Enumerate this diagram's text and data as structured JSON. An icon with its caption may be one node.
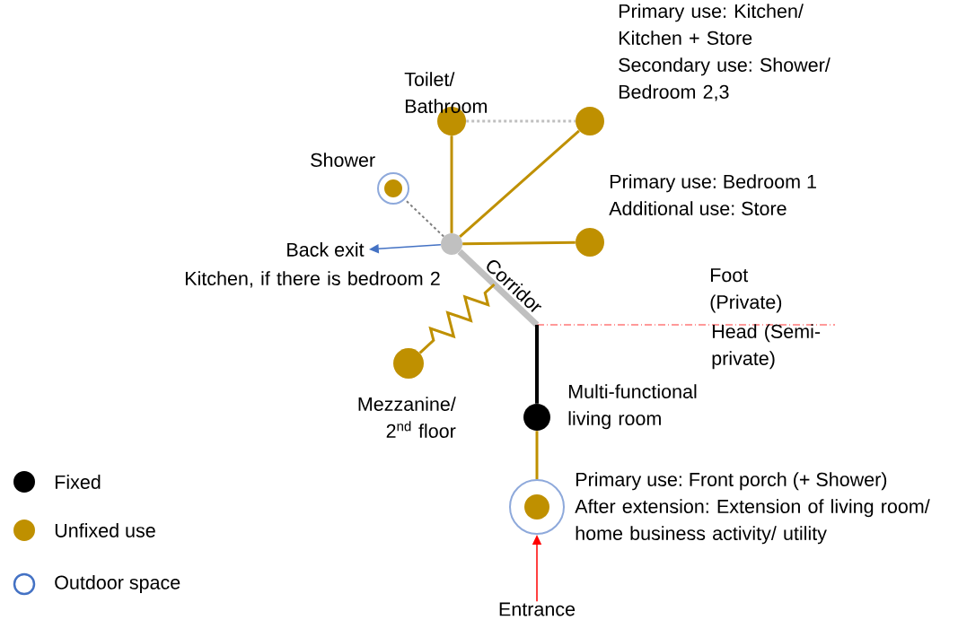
{
  "diagram": {
    "nodes": [
      {
        "text": [],
        "shape": "circle"
      },
      {
        "text": [],
        "shape": "circle",
        "beside": [
          "Toilet/ Bathroom"
        ]
      },
      {
        "text": [],
        "shape": "circle",
        "beside": [
          "Primary use: Kitchen/ Kitchen + Store",
          "Secondary use: Shower/ Bedroom 2,3"
        ]
      },
      {
        "text": [],
        "shape": "circle",
        "beside": [
          "Shower"
        ]
      },
      {
        "text": [],
        "shape": "circle",
        "beside": [
          "Primary use: Bedroom 1",
          "Additional use: Store"
        ]
      },
      {
        "text": [],
        "shape": "circle",
        "beside": [
          "Multi-functional living room"
        ]
      },
      {
        "text": [],
        "shape": "circle",
        "beside": [
          "Mezzanine/ 2$^{nd}$ floor"
        ]
      },
      {
        "text": [],
        "shape": "circle",
        "beside": [
          "Primary use: Front porch (+ Shower)",
          "After extension: Extension of living room/ home business activity/ utility"
        ]
      },
      {
        "text": [
          "Back exit"
        ]
      },
      {
        "text": [
          "Entrance"
        ]
      }
    ],
    "edges": [
      {
        "from": 0,
        "to": 1,
        "arrow": "none"
      },
      {
        "from": 0,
        "to": 2,
        "arrow": "none"
      },
      {
        "from": 0,
        "to": 4,
        "arrow": "none"
      },
      {
        "from": 0,
        "to": 3,
        "arrow": "none",
        "style": "dashed",
        "color": "#7f7f7f"
      },
      {
        "from": 1,
        "to": 2,
        "arrow": "none",
        "style": "dashed",
        "color": "#bfbfbf"
      },
      {
        "from": 0,
        "to": 8,
        "arrow": "to",
        "color": "#4472c4"
      },
      {
        "from": 5,
        "to": 0,
        "arrow": "none",
        "label": "Corridor",
        "style": "thick",
        "color": "#c0c0c0"
      },
      {
        "from": 0,
        "to": 6,
        "arrow": "none"
      },
      {
        "from": 5,
        "to": 7,
        "arrow": "none"
      },
      {
        "from": 9,
        "to": 7,
        "arrow": "to",
        "color": "#ff0000"
      }
    ],
    "labels": [
      "Kitchen, if there is bedroom 2",
      "Foot (Private)",
      "Head (Semi-private)"
    ],
    "legend": [
      {
        "text": "Fixed",
        "color": "#000000"
      },
      {
        "text": "Unfixed use",
        "color": "#bf9000"
      },
      {
        "text": "Outdoor space"
      }
    ]
  }
}
